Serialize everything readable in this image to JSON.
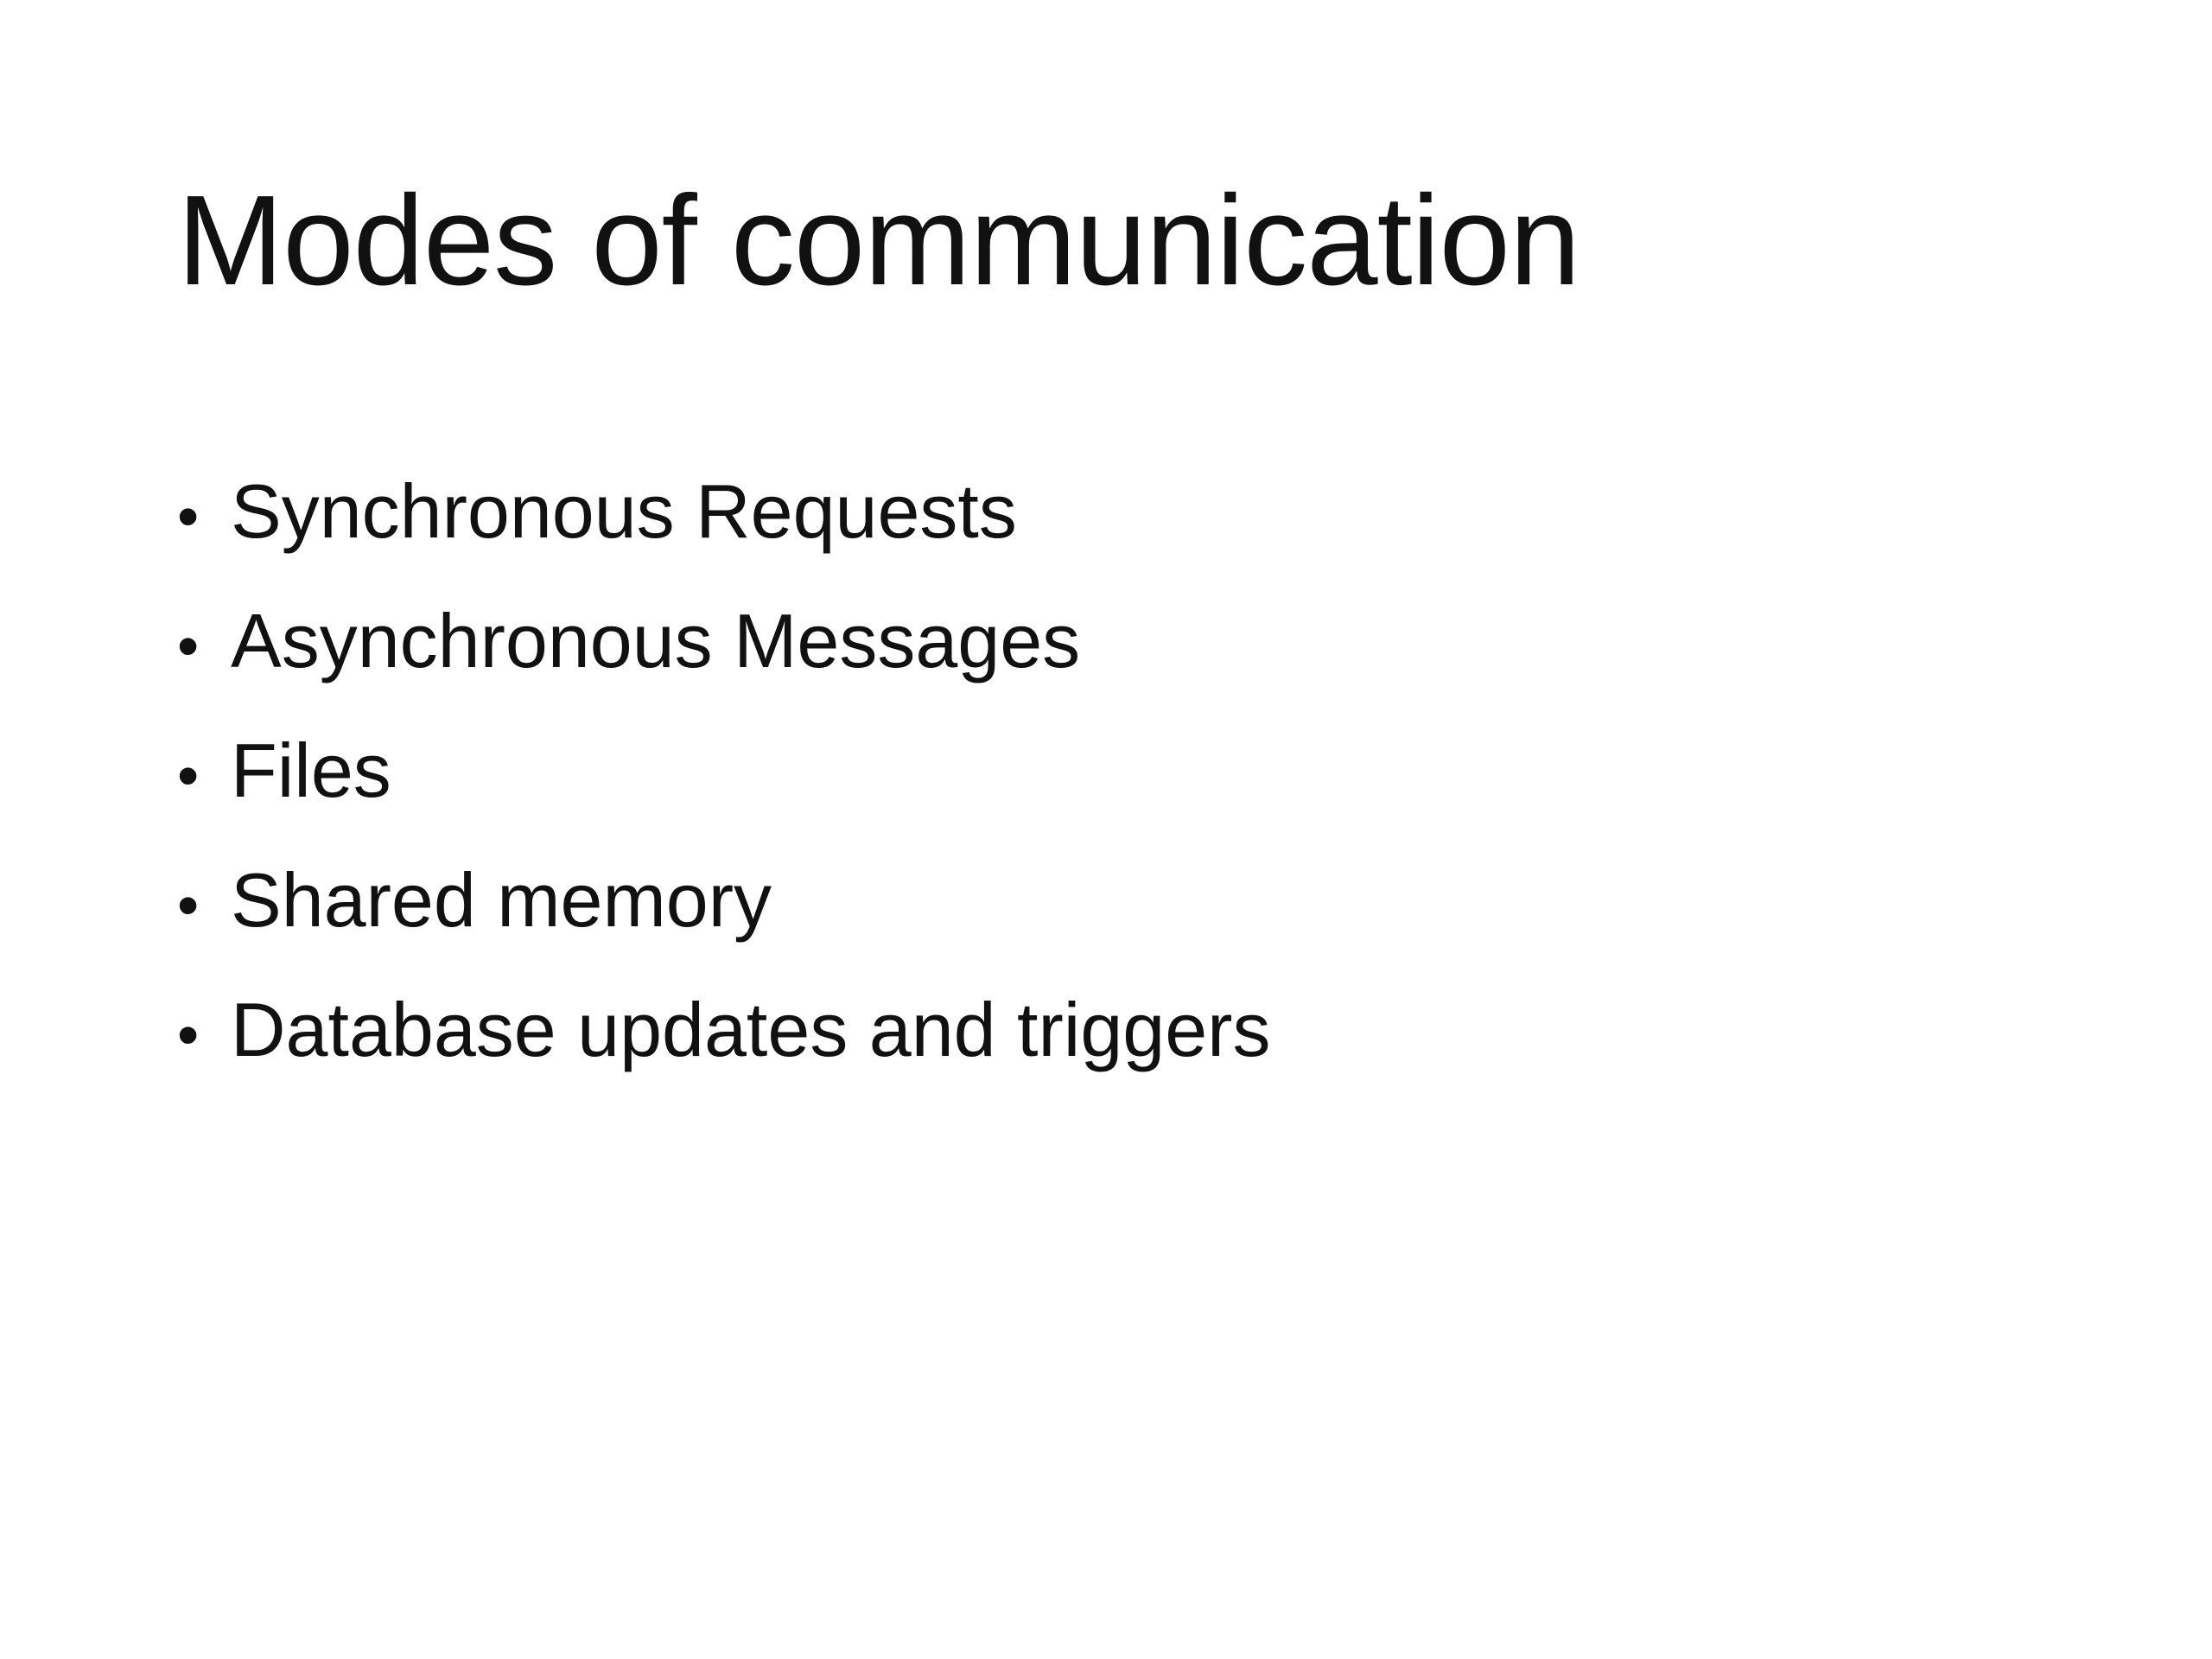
{
  "slide": {
    "title": "Modes of communication",
    "bullet_glyph": "•",
    "bullets": [
      "Synchronous Requests",
      "Asynchronous Messages",
      "Files",
      "Shared memory",
      "Database updates and triggers"
    ]
  }
}
